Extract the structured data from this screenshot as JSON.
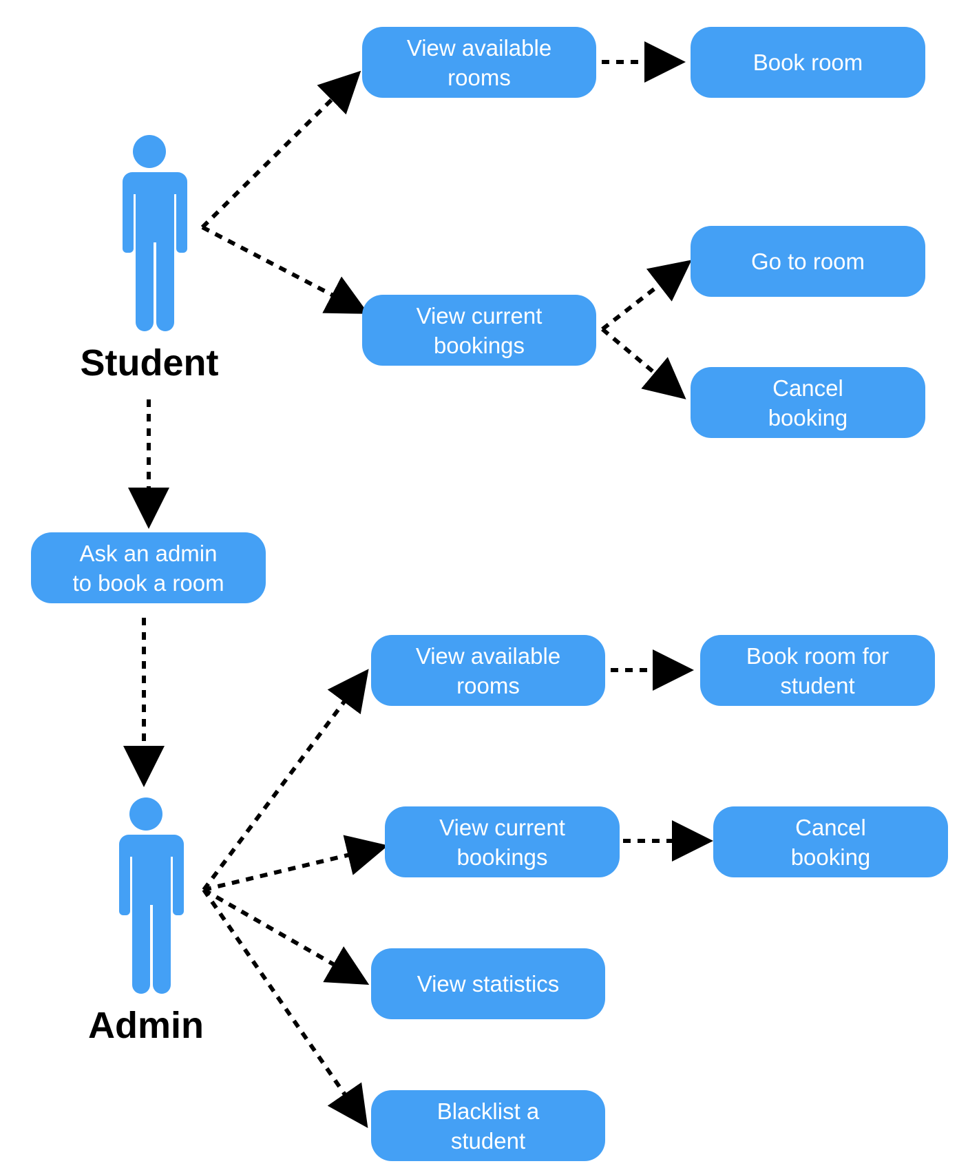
{
  "colors": {
    "node_fill": "#44a0f5",
    "actor_fill": "#44a0f5",
    "edge": "#000000",
    "label": "#000000"
  },
  "actors": {
    "student": {
      "label": "Student",
      "icon": "person-icon"
    },
    "admin": {
      "label": "Admin",
      "icon": "person-icon"
    }
  },
  "nodes": {
    "s_view_available": "View available\nrooms",
    "s_book_room": "Book room",
    "s_go_to_room": "Go to room",
    "s_view_current": "View current\nbookings",
    "s_cancel_booking": "Cancel\nbooking",
    "ask_admin": "Ask an admin\nto book a room",
    "a_view_available": "View available\nrooms",
    "a_book_for_student": "Book room for\nstudent",
    "a_view_current": "View current\nbookings",
    "a_cancel_booking": "Cancel\nbooking",
    "a_view_statistics": "View statistics",
    "a_blacklist": "Blacklist a\nstudent"
  },
  "edges": [
    {
      "from": "student",
      "to": "s_view_available",
      "style": "dashed-arrow"
    },
    {
      "from": "student",
      "to": "s_view_current",
      "style": "dashed-arrow"
    },
    {
      "from": "s_view_available",
      "to": "s_book_room",
      "style": "dashed-arrow"
    },
    {
      "from": "s_view_current",
      "to": "s_go_to_room",
      "style": "dashed-arrow"
    },
    {
      "from": "s_view_current",
      "to": "s_cancel_booking",
      "style": "dashed-arrow"
    },
    {
      "from": "student",
      "to": "ask_admin",
      "style": "dashed-arrow"
    },
    {
      "from": "ask_admin",
      "to": "admin",
      "style": "dashed-arrow"
    },
    {
      "from": "admin",
      "to": "a_view_available",
      "style": "dashed-arrow"
    },
    {
      "from": "admin",
      "to": "a_view_current",
      "style": "dashed-arrow"
    },
    {
      "from": "admin",
      "to": "a_view_statistics",
      "style": "dashed-arrow"
    },
    {
      "from": "admin",
      "to": "a_blacklist",
      "style": "dashed-arrow"
    },
    {
      "from": "a_view_available",
      "to": "a_book_for_student",
      "style": "dashed-arrow"
    },
    {
      "from": "a_view_current",
      "to": "a_cancel_booking",
      "style": "dashed-arrow"
    }
  ]
}
